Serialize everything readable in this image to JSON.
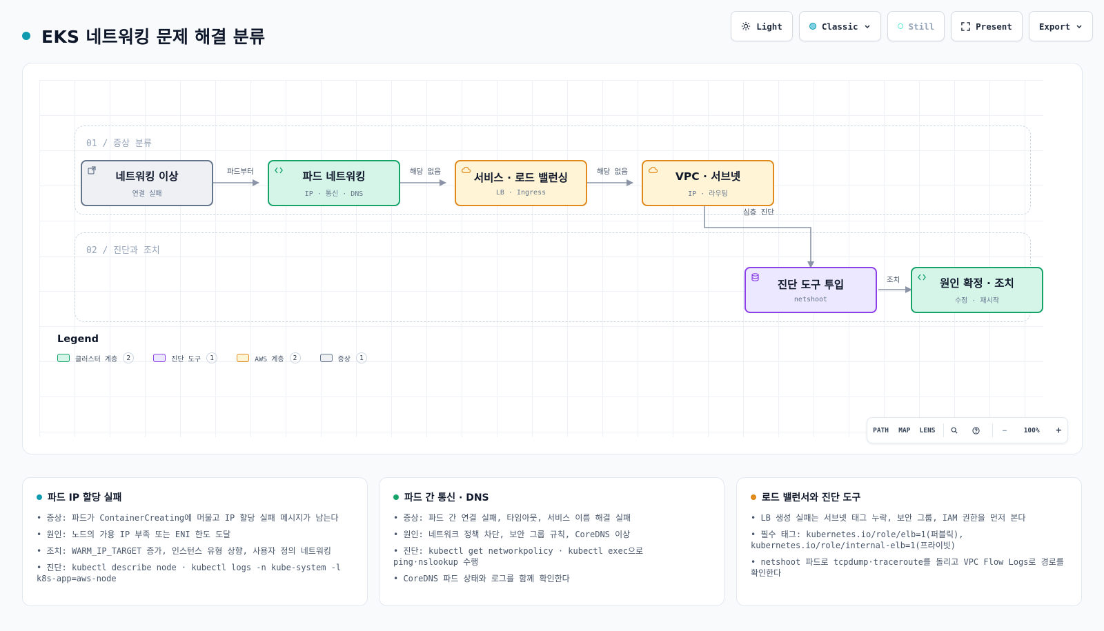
{
  "header": {
    "title": "EKS 네트워킹 문제 해결 분류",
    "accent": "#0e9bb0"
  },
  "toolbar": {
    "theme_label": "Light",
    "palette_label": "Classic",
    "motion_label": "Still",
    "present_label": "Present",
    "export_label": "Export"
  },
  "diagram": {
    "groups": [
      {
        "label": "01 / 증상 분류"
      },
      {
        "label": "02 / 진단과 조치"
      }
    ],
    "nodes": [
      {
        "title": "네트워킹 이상",
        "subtitle": "연결 실패",
        "icon": "external-link-icon",
        "category": "증상"
      },
      {
        "title": "파드 네트워킹",
        "subtitle": "IP · 통신 · DNS",
        "icon": "code-icon",
        "category": "클러스터 계층"
      },
      {
        "title": "서비스 · 로드 밸런싱",
        "subtitle": "LB · Ingress",
        "icon": "cloud-icon",
        "category": "AWS 계층"
      },
      {
        "title": "VPC · 서브넷",
        "subtitle": "IP · 라우팅",
        "icon": "cloud-icon",
        "category": "AWS 계층"
      },
      {
        "title": "진단 도구 투입",
        "subtitle": "netshoot",
        "icon": "database-icon",
        "category": "진단 도구"
      },
      {
        "title": "원인 확정 · 조치",
        "subtitle": "수정 · 재시작",
        "icon": "code-icon",
        "category": "클러스터 계층"
      }
    ],
    "edges": [
      {
        "from": "네트워킹 이상",
        "to": "파드 네트워킹",
        "label": "파드부터"
      },
      {
        "from": "파드 네트워킹",
        "to": "서비스 · 로드 밸런싱",
        "label": "해당 없음"
      },
      {
        "from": "서비스 · 로드 밸런싱",
        "to": "VPC · 서브넷",
        "label": "해당 없음"
      },
      {
        "from": "VPC · 서브넷",
        "to": "진단 도구 투입",
        "label": "심층 진단"
      },
      {
        "from": "진단 도구 투입",
        "to": "원인 확정 · 조치",
        "label": "조치"
      }
    ],
    "legend": {
      "title": "Legend",
      "items": [
        {
          "label": "클러스터 계층",
          "count": "2",
          "color": "#16a36a"
        },
        {
          "label": "진단 도구",
          "count": "1",
          "color": "#8b3fe6"
        },
        {
          "label": "AWS 계층",
          "count": "2",
          "color": "#e0891a"
        },
        {
          "label": "증상",
          "count": "1",
          "color": "#64748b"
        }
      ]
    },
    "controls": {
      "path": "PATH",
      "map": "MAP",
      "lens": "LENS",
      "zoom": "100%",
      "zoom_out": "—",
      "zoom_in": "+"
    }
  },
  "cards": [
    {
      "title": "파드 IP 할당 실패",
      "dot_color": "#0e9bb0",
      "items": [
        "• 증상: 파드가 ContainerCreating에 머물고 IP 할당 실패 메시지가 남는다",
        "• 원인: 노드의 가용 IP 부족 또는 ENI 한도 도달",
        "• 조치: WARM_IP_TARGET 증가, 인스턴스 유형 상향, 사용자 정의 네트워킹",
        "• 진단: kubectl describe node · kubectl logs -n kube-system -l k8s-app=aws-node"
      ]
    },
    {
      "title": "파드 간 통신 · DNS",
      "dot_color": "#16a36a",
      "items": [
        "• 증상: 파드 간 연결 실패, 타임아웃, 서비스 이름 해결 실패",
        "• 원인: 네트워크 정책 차단, 보안 그룹 규칙, CoreDNS 이상",
        "• 진단: kubectl get networkpolicy · kubectl exec으로 ping·nslookup 수행",
        "• CoreDNS 파드 상태와 로그를 함께 확인한다"
      ]
    },
    {
      "title": "로드 밸런서와 진단 도구",
      "dot_color": "#e0891a",
      "items": [
        "• LB 생성 실패는 서브넷 태그 누락, 보안 그룹, IAM 권한을 먼저 본다",
        "• 필수 태그: kubernetes.io/role/elb=1(퍼블릭), kubernetes.io/role/internal-elb=1(프라이빗)",
        "• netshoot 파드로 tcpdump·traceroute를 돌리고 VPC Flow Logs로 경로를 확인한다"
      ]
    }
  ]
}
